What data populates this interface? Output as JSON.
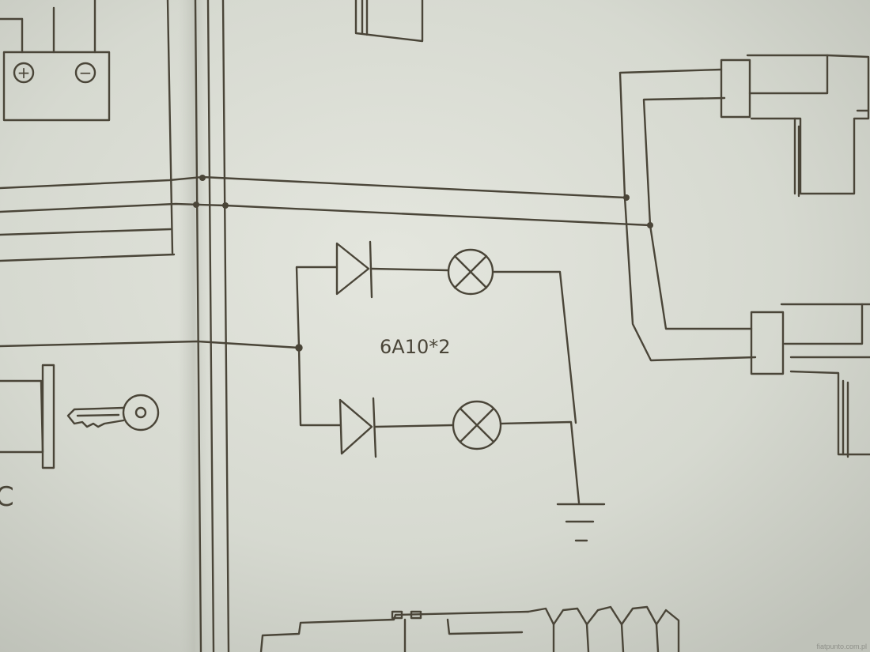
{
  "diagram": {
    "component_label": "6A10*2",
    "battery_plus_symbol": "+",
    "battery_minus_symbol": "−",
    "cut_off_left_text": "C",
    "watermark": "fiatpunto.com.pl"
  },
  "colors": {
    "paper": "#d9dcd3",
    "ink": "#4a4538"
  },
  "icons": [
    "battery-icon",
    "diode-icon",
    "lamp-icon",
    "ground-icon",
    "key-icon",
    "connector-icon"
  ]
}
